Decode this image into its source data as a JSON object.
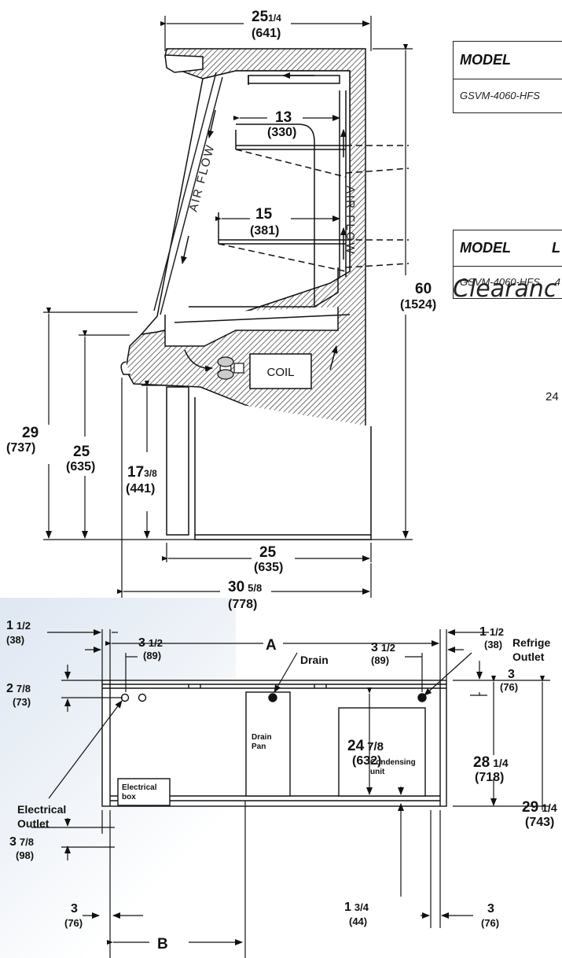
{
  "tables": [
    {
      "header": "MODEL",
      "row": "GSVM-4060-HFS"
    },
    {
      "header": "MODEL",
      "header_partial": "L",
      "row": "GSVM-4060-HFS",
      "row_partial": "4"
    }
  ],
  "clearance_title": "Clearanc",
  "clearance_value": "24",
  "side_view": {
    "width_top": {
      "in": "25",
      "frac": "1/4",
      "mm": "(641)"
    },
    "shelf_upper": {
      "in": "13",
      "mm": "(330)"
    },
    "shelf_lower": {
      "in": "15",
      "mm": "(381)"
    },
    "height_total": {
      "in": "60",
      "mm": "(1524)"
    },
    "height_deck": {
      "in": "29",
      "mm": "(737)"
    },
    "height_lip": {
      "in": "25",
      "mm": "(635)"
    },
    "height_base": {
      "in": "17",
      "frac": "3/8",
      "mm": "(441)"
    },
    "base_width": {
      "in": "25",
      "mm": "(635)"
    },
    "overall_depth": {
      "in": "30",
      "frac": "5/8",
      "mm": "(778)"
    },
    "airflow_left": "AIR FLOW",
    "airflow_right": "AIR FLOW",
    "coil": "COIL"
  },
  "plan_view": {
    "dim_A": "A",
    "dim_B": "B",
    "left_offset": {
      "in": "1",
      "frac": "1/2",
      "mm": "(38)"
    },
    "right_offset": {
      "in": "1",
      "frac": "1/2",
      "mm": "(38)"
    },
    "left_inset": {
      "in": "3",
      "frac": "1/2",
      "mm": "(89)"
    },
    "right_inset": {
      "in": "3",
      "frac": "1/2",
      "mm": "(89)"
    },
    "drain": "Drain",
    "refrig_outlet_1": "Refrige",
    "refrig_outlet_2": "Outlet",
    "right_top": {
      "in": "3",
      "mm": "(76)"
    },
    "left_top": {
      "in": "2",
      "frac": "7/8",
      "mm": "(73)"
    },
    "inner_depth": {
      "in": "24",
      "frac": "7/8",
      "mm": "(632)"
    },
    "right_depth1": {
      "in": "28",
      "frac": "1/4",
      "mm": "(718)"
    },
    "right_depth2": {
      "in": "29",
      "frac": "1/4",
      "mm": "(743)"
    },
    "electrical_outlet_1": "Electrical",
    "electrical_outlet_2": "Outlet",
    "drain_pan_1": "Drain",
    "drain_pan_2": "Pan",
    "condensing_1": "Condensing",
    "condensing_2": "unit",
    "electrical_box_1": "Electrical",
    "electrical_box_2": "box",
    "left_low": {
      "in": "3",
      "frac": "7/8",
      "mm": "(98)"
    },
    "bottom_left": {
      "in": "3",
      "mm": "(76)"
    },
    "bottom_mid": {
      "in": "1",
      "frac": "3/4",
      "mm": "(44)"
    },
    "bottom_right": {
      "in": "3",
      "mm": "(76)"
    }
  }
}
